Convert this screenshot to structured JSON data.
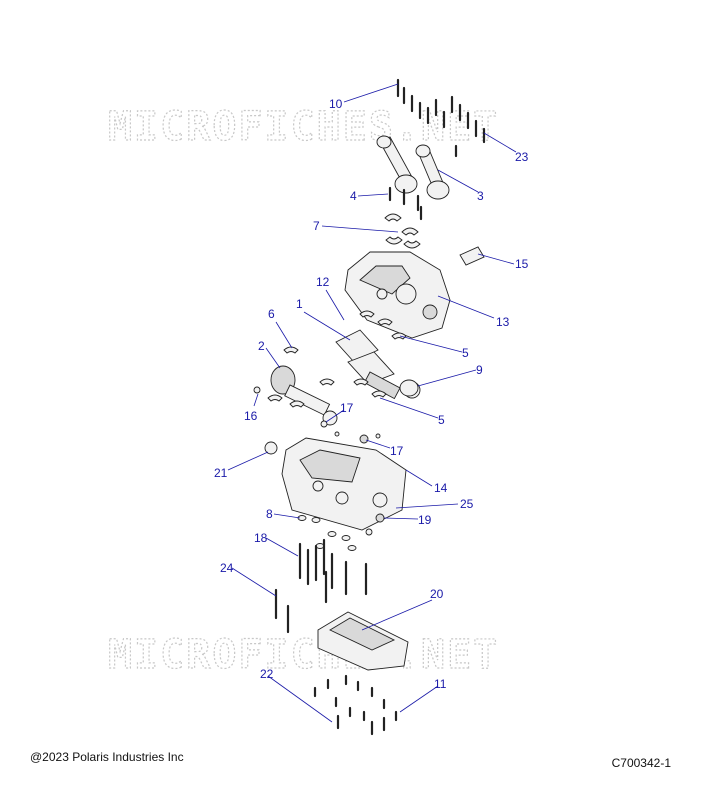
{
  "watermark": "MICROFICHES.NET",
  "callouts": [
    "10",
    "23",
    "3",
    "4",
    "7",
    "15",
    "12",
    "1",
    "13",
    "6",
    "2",
    "5",
    "9",
    "16",
    "17",
    "5",
    "21",
    "17",
    "14",
    "25",
    "8",
    "19",
    "18",
    "24",
    "20",
    "22",
    "11"
  ],
  "footer": {
    "copyright": "@2023 Polaris Industries Inc",
    "figure_id": "C700342-1"
  }
}
